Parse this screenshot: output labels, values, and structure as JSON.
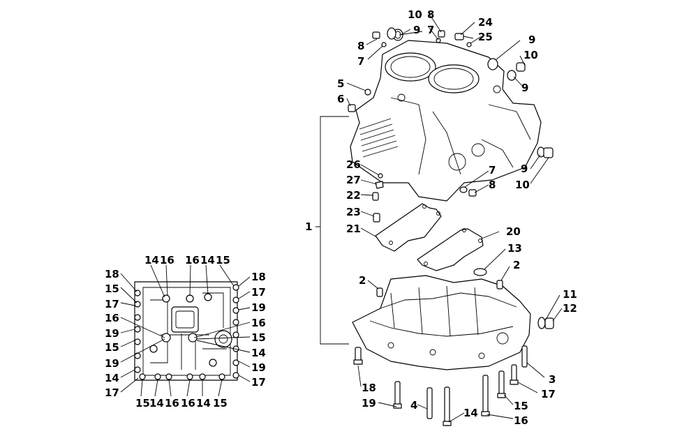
{
  "diagram": {
    "labels": {
      "p1": "1",
      "p2a": "2",
      "p2b": "2",
      "p3": "3",
      "p4": "4",
      "p5": "5",
      "p6": "6",
      "p7a": "7",
      "p7b": "7",
      "p7c": "7",
      "p8a": "8",
      "p8b": "8",
      "p8c": "8",
      "p9a": "9",
      "p9b": "9",
      "p9c": "9",
      "p9d": "9",
      "p10a": "10",
      "p10b": "10",
      "p10c": "10",
      "p11": "11",
      "p12": "12",
      "p13": "13",
      "p14a": "14",
      "p14b": "14",
      "p14c": "14",
      "p14d": "14",
      "p14e": "14",
      "p14f": "14",
      "p14g": "14",
      "p15a": "15",
      "p15b": "15",
      "p15c": "15",
      "p15d": "15",
      "p15e": "15",
      "p15f": "15",
      "p15g": "15",
      "p16a": "16",
      "p16b": "16",
      "p16c": "16",
      "p16d": "16",
      "p16e": "16",
      "p16f": "16",
      "p16g": "16",
      "p17a": "17",
      "p17b": "17",
      "p17c": "17",
      "p17d": "17",
      "p17e": "17",
      "p18a": "18",
      "p18b": "18",
      "p18c": "18",
      "p19a": "19",
      "p19b": "19",
      "p19c": "19",
      "p19d": "19",
      "p19e": "19",
      "p20": "20",
      "p21": "21",
      "p22": "22",
      "p23": "23",
      "p24": "24",
      "p25": "25",
      "p26": "26",
      "p27": "27"
    }
  }
}
